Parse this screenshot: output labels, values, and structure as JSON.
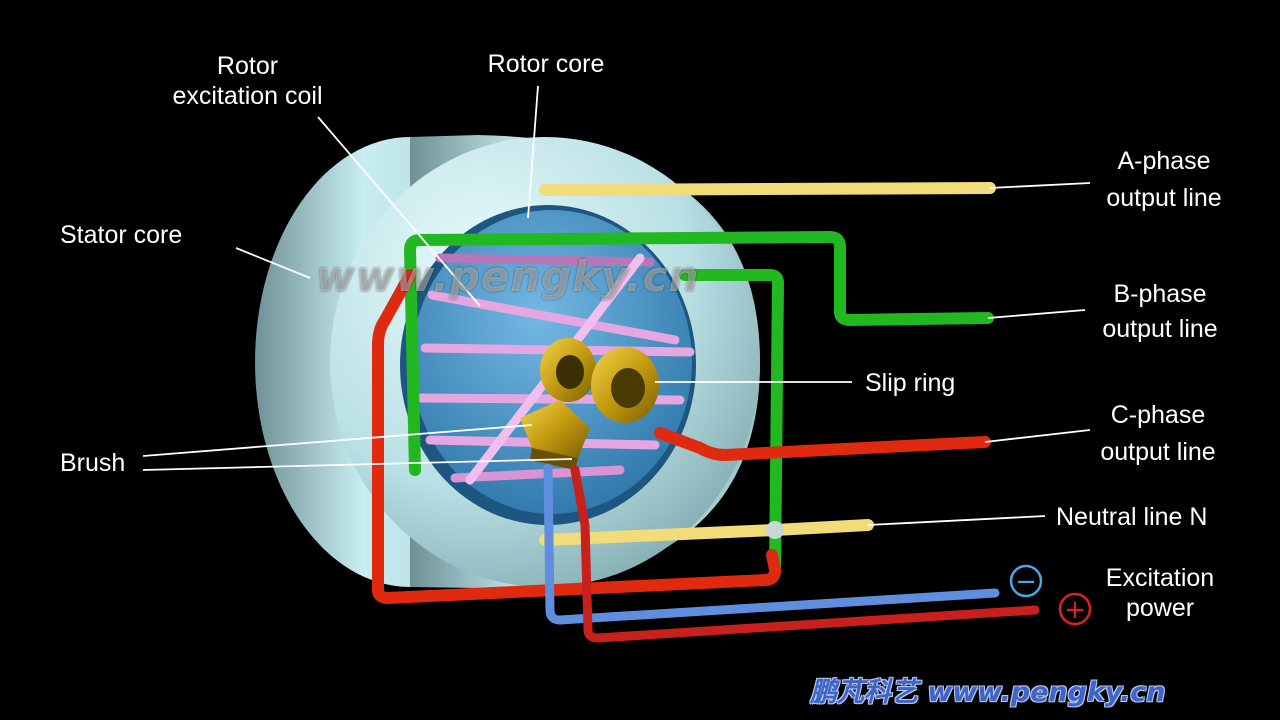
{
  "labels": {
    "rotor_excitation_coil": [
      "Rotor",
      "excitation coil"
    ],
    "rotor_core": "Rotor core",
    "stator_core": "Stator core",
    "a_phase": [
      "A-phase",
      "output line"
    ],
    "b_phase": [
      "B-phase",
      "output line"
    ],
    "slip_ring": "Slip ring",
    "c_phase": [
      "C-phase",
      "output line"
    ],
    "brush": "Brush",
    "neutral_line": "Neutral line N",
    "excitation_power": [
      "Excitation",
      "power"
    ]
  },
  "watermark": "www.pengky.cn",
  "brand": "鹏芃科艺 www.pengky.cn",
  "symbols": {
    "minus": "−",
    "plus": "+"
  },
  "colors": {
    "a_phase_wire": "#f2dc7a",
    "b_phase_wire": "#22b822",
    "c_phase_wire": "#e02a10",
    "neutral_wire": "#f2dc7a",
    "excitation_negative_wire": "#5f8ede",
    "excitation_positive_wire": "#c8201c",
    "rotor_coil": "#e6a6e2",
    "slip_ring": "#cfa818",
    "stator": "#bfe6ea",
    "rotor_core": "#4a9ad0"
  }
}
